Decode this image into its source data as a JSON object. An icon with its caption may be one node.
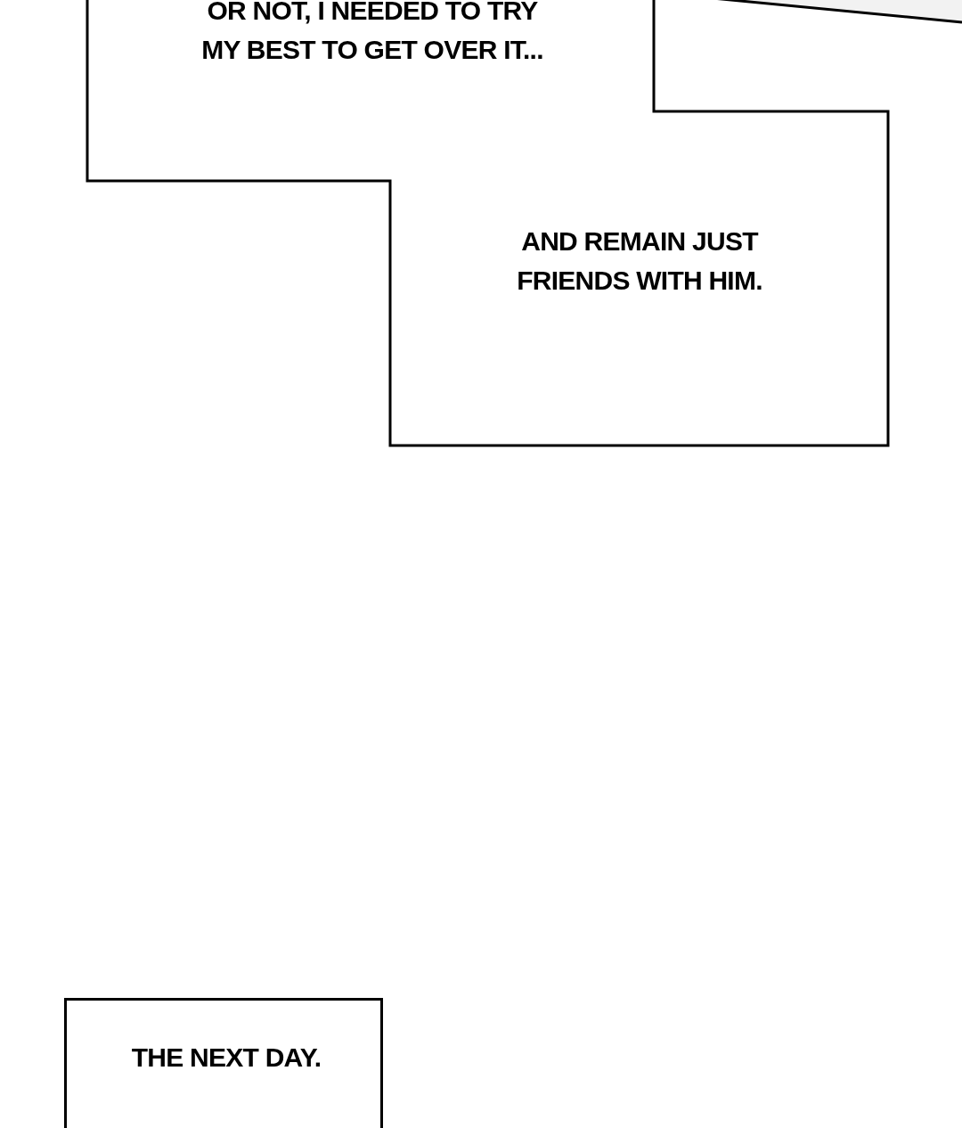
{
  "diagram": {
    "nodes": [
      {
        "text": [
          "OR NOT, I NEEDED TO TRY MY BEST TO GET OVER IT..."
        ]
      },
      {
        "text": [
          "AND REMAIN JUST FRIENDS WITH HIM."
        ]
      },
      {
        "text": [
          "THE NEXT DAY."
        ]
      }
    ]
  }
}
